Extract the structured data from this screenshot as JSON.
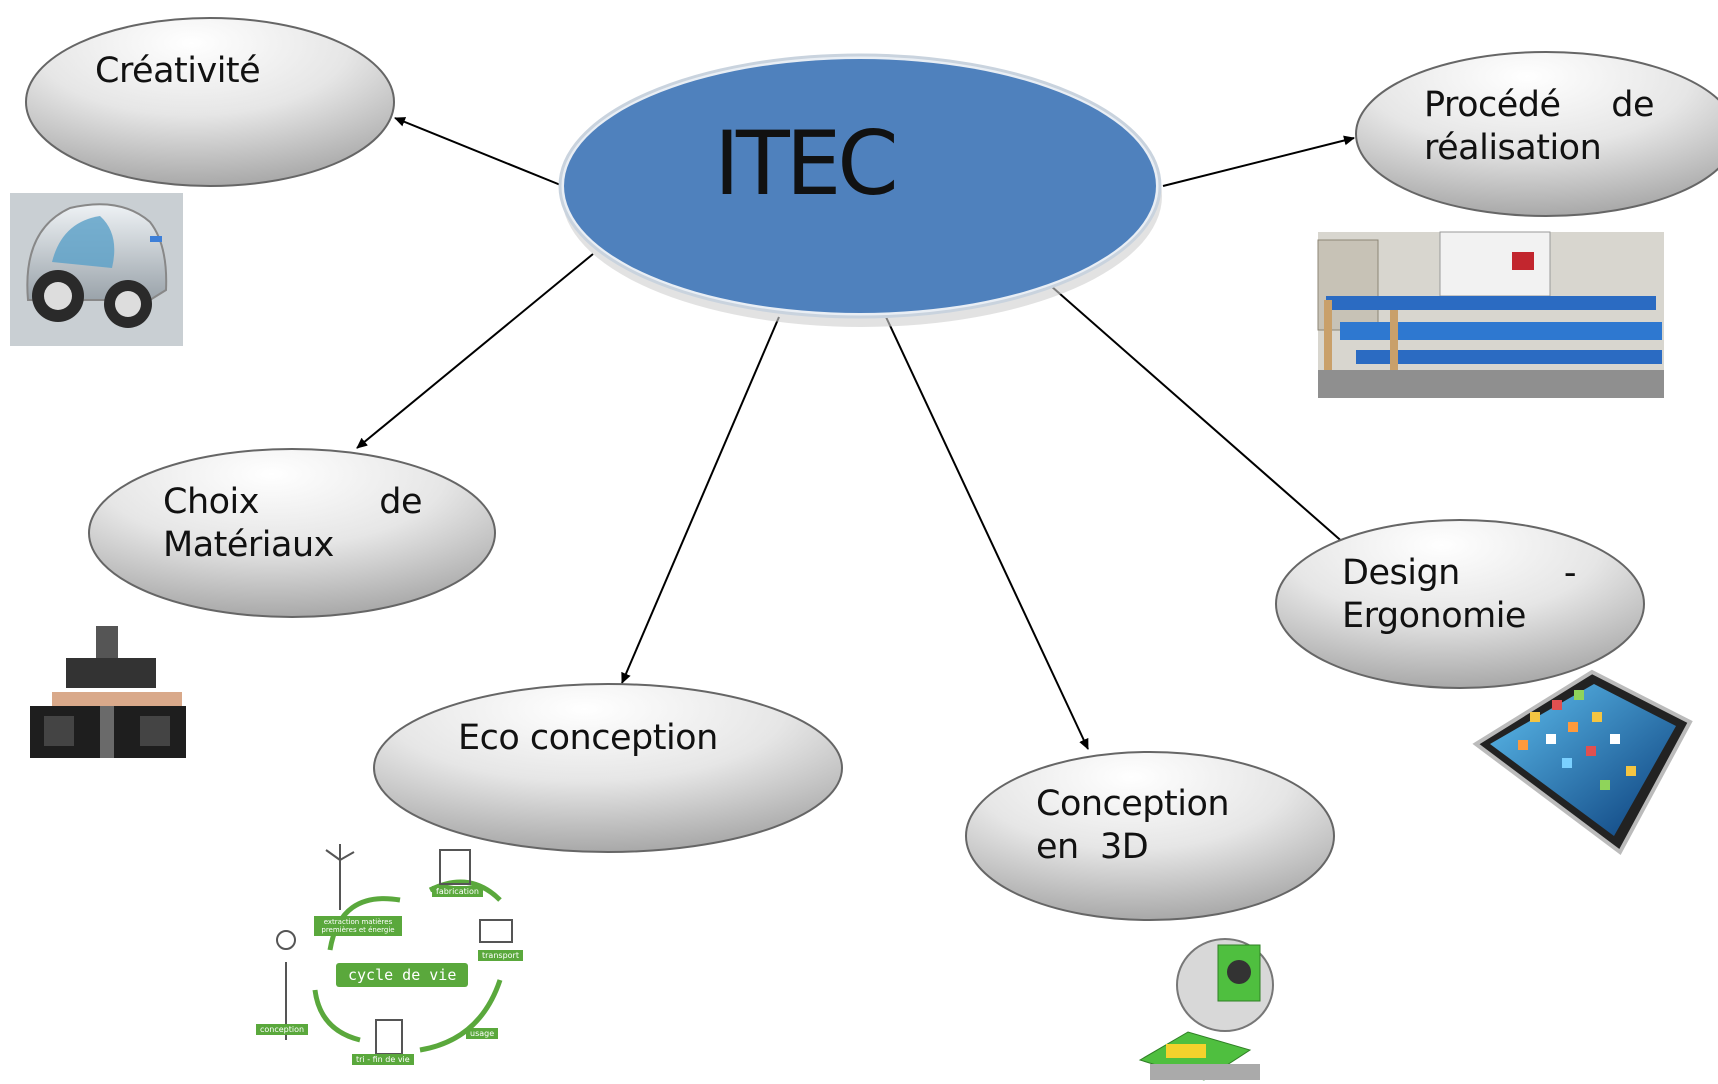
{
  "center": {
    "label": "ITEC",
    "color": "#4f81bd"
  },
  "nodes": {
    "creativite": {
      "label": "Créativité"
    },
    "procede": {
      "line1_a": "Procédé",
      "line1_b": "de",
      "line2": "réalisation"
    },
    "materiaux": {
      "line1_a": "Choix",
      "line1_b": "de",
      "line2": "Matériaux"
    },
    "design": {
      "line1_a": "Design",
      "line1_b": "-",
      "line2": "Ergonomie"
    },
    "eco": {
      "label": "Eco conception"
    },
    "conception3d": {
      "line1": "Conception",
      "line2": "en  3D"
    }
  },
  "cycle": {
    "center": "cycle de vie",
    "steps": [
      "extraction matières premières et énergie",
      "fabrication",
      "transport",
      "usage",
      "tri - fin de vie",
      "conception"
    ]
  },
  "colors": {
    "node_fill_light": "#ffffff",
    "node_fill_dark": "#9e9e9e",
    "cycle_green": "#5aa83c",
    "arrow": "#000000"
  }
}
